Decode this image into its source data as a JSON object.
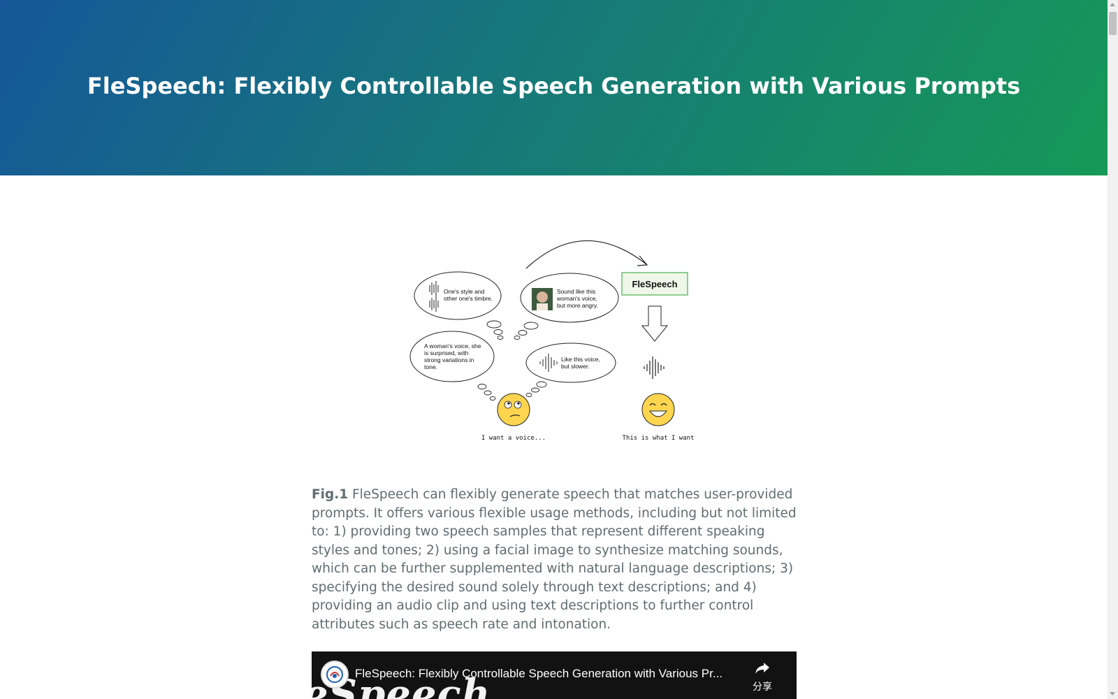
{
  "header": {
    "title": "FleSpeech: Flexibly Controllable Speech Generation with Various Prompts"
  },
  "figure": {
    "bubble_1": "One's style and other one's timbre.",
    "bubble_2": "Sound like this woman's voice, but more angry.",
    "bubble_3": "A woman's voice, she is surprised, with strong variations in tone.",
    "bubble_4": "Like this voice, but slower.",
    "model_box": "FleSpeech",
    "left_caption": "I want a voice...",
    "right_caption": "This is what I want"
  },
  "caption": {
    "label": "Fig.1",
    "text": " FleSpeech can flexibly generate speech that matches user-provided prompts. It offers various flexible usage methods, including but not limited to: 1) providing two speech samples that represent different speaking styles and tones; 2) using a facial image to synthesize matching sounds, which can be further supplemented with natural language descriptions; 3) specifying the desired sound solely through text descriptions; and 4) providing an audio clip and using text descriptions to further control attributes such as speech rate and intonation."
  },
  "video": {
    "title": "FleSpeech: Flexibly Controllable Speech Generation with Various Pr...",
    "share_label": "分享",
    "background_text": "eSpeech"
  },
  "colors": {
    "gradient_start": "#155799",
    "gradient_end": "#159957",
    "body_text": "#606c71"
  }
}
